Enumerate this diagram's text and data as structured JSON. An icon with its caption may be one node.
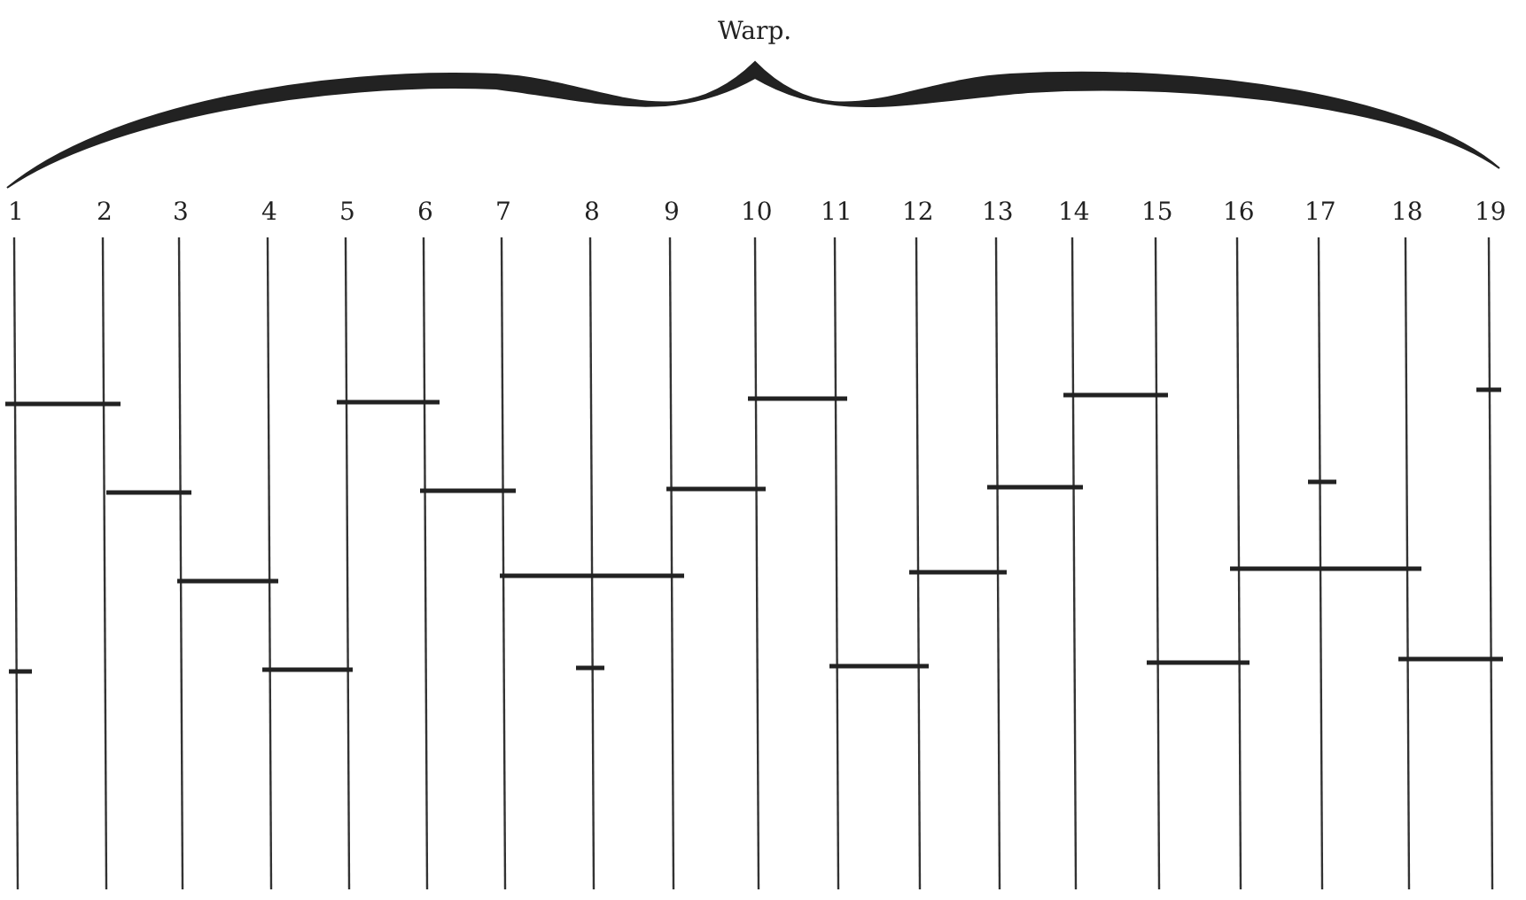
{
  "diagram": {
    "labels": [
      "Warp.",
      "1",
      "2",
      "3",
      "4",
      "5",
      "6",
      "7",
      "8",
      "9",
      "10",
      "11",
      "12",
      "13",
      "14",
      "15",
      "16",
      "17",
      "18",
      "19"
    ]
  }
}
